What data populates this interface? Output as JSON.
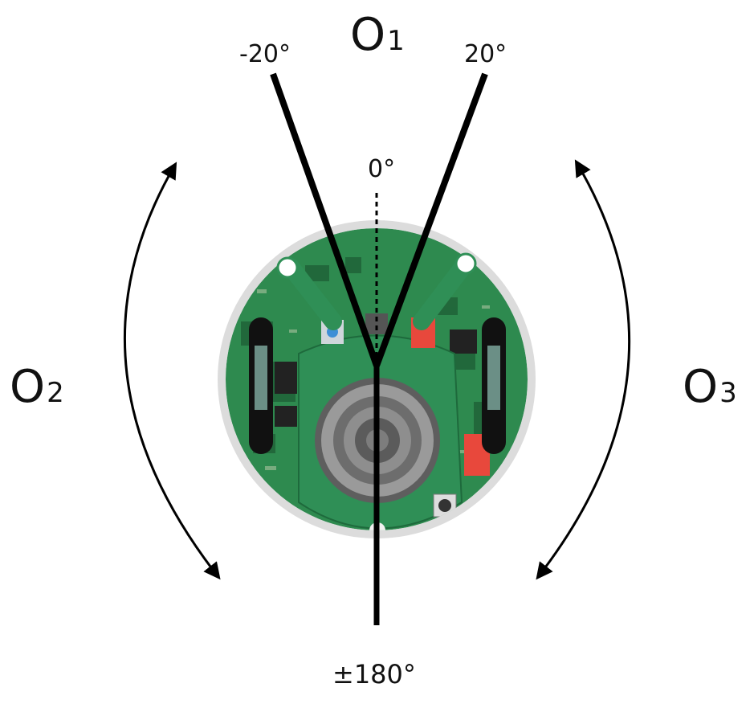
{
  "labels": {
    "o1_letter": "O",
    "o1_sub": "1",
    "o2_letter": "O",
    "o2_sub": "2",
    "o3_letter": "O",
    "o3_sub": "3",
    "angle_left": "-20°",
    "angle_right": "20°",
    "angle_zero": "0°",
    "angle_back": "±180°"
  },
  "angles": {
    "left_ray_deg": -20,
    "right_ray_deg": 20,
    "zero_ray_deg": 0,
    "back_ray_deg": 180
  },
  "colors": {
    "board_green": "#2e8a4f",
    "board_dark": "#1f5f36",
    "shell": "#d9d9d9",
    "line": "#000000",
    "speaker": "#7a7a7a",
    "accent_red": "#e8483c",
    "accent_blue": "#3f8fd6"
  }
}
